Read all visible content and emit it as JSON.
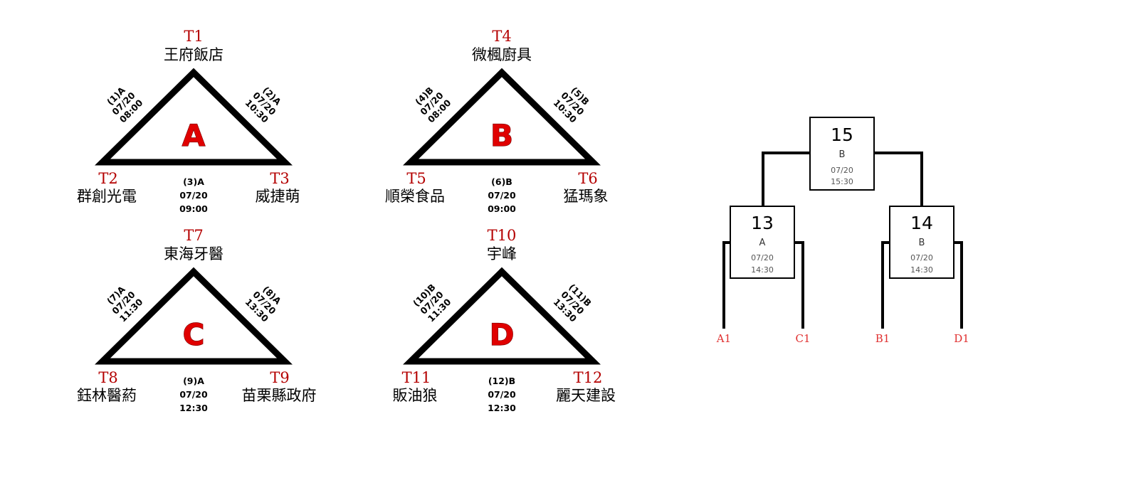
{
  "groups": [
    {
      "letter": "A",
      "top": {
        "seed": "T1",
        "team": "王府飯店"
      },
      "left": {
        "seed": "T2",
        "team": "群創光電"
      },
      "right": {
        "seed": "T3",
        "team": "威捷萌"
      },
      "match_left": {
        "id": "(1)A",
        "date": "07/20",
        "time": "08:00"
      },
      "match_right": {
        "id": "(2)A",
        "date": "07/20",
        "time": "10:30"
      },
      "match_bottom": {
        "id": "(3)A",
        "date": "07/20",
        "time": "09:00"
      }
    },
    {
      "letter": "B",
      "top": {
        "seed": "T4",
        "team": "微楓廚具"
      },
      "left": {
        "seed": "T5",
        "team": "順榮食品"
      },
      "right": {
        "seed": "T6",
        "team": "猛瑪象"
      },
      "match_left": {
        "id": "(4)B",
        "date": "07/20",
        "time": "08:00"
      },
      "match_right": {
        "id": "(5)B",
        "date": "07/20",
        "time": "10:30"
      },
      "match_bottom": {
        "id": "(6)B",
        "date": "07/20",
        "time": "09:00"
      }
    },
    {
      "letter": "C",
      "top": {
        "seed": "T7",
        "team": "東海牙醫"
      },
      "left": {
        "seed": "T8",
        "team": "鈺林醫葯"
      },
      "right": {
        "seed": "T9",
        "team": "苗栗縣政府"
      },
      "match_left": {
        "id": "(7)A",
        "date": "07/20",
        "time": "11:30"
      },
      "match_right": {
        "id": "(8)A",
        "date": "07/20",
        "time": "13:30"
      },
      "match_bottom": {
        "id": "(9)A",
        "date": "07/20",
        "time": "12:30"
      }
    },
    {
      "letter": "D",
      "top": {
        "seed": "T10",
        "team": "宇峰"
      },
      "left": {
        "seed": "T11",
        "team": "販油狼"
      },
      "right": {
        "seed": "T12",
        "team": "麗天建設"
      },
      "match_left": {
        "id": "(10)B",
        "date": "07/20",
        "time": "11:30"
      },
      "match_right": {
        "id": "(11)B",
        "date": "07/20",
        "time": "13:30"
      },
      "match_bottom": {
        "id": "(12)B",
        "date": "07/20",
        "time": "12:30"
      }
    }
  ],
  "bracket": {
    "final": {
      "number": "15",
      "court": "B",
      "date": "07/20",
      "time": "15:30"
    },
    "semi_left": {
      "number": "13",
      "court": "A",
      "date": "07/20",
      "time": "14:30"
    },
    "semi_right": {
      "number": "14",
      "court": "B",
      "date": "07/20",
      "time": "14:30"
    },
    "slots": [
      "A1",
      "C1",
      "B1",
      "D1"
    ]
  },
  "colors": {
    "group_letter": "#e00000",
    "seed": "#b40000",
    "slot": "#e03030",
    "line": "#000000"
  }
}
